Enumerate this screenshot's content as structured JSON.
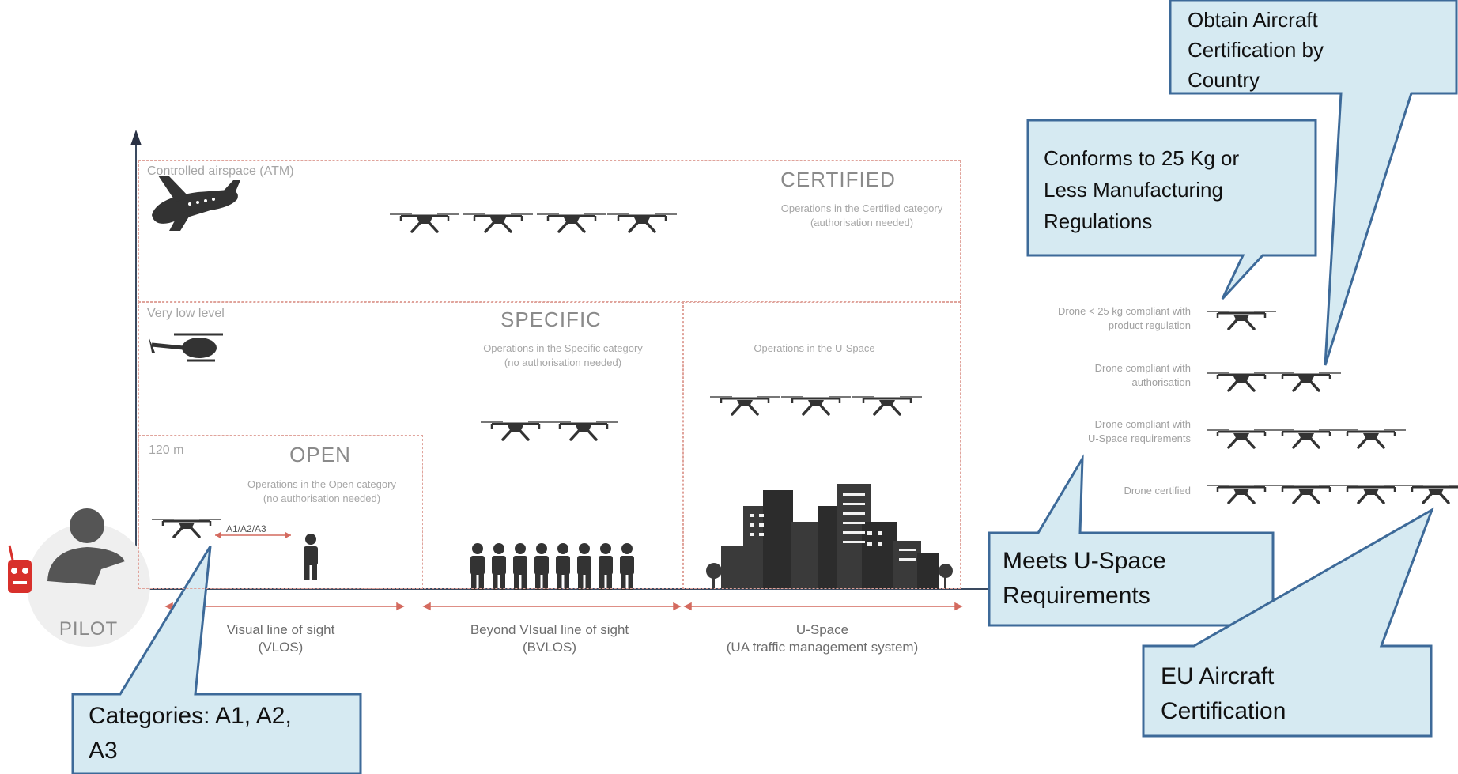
{
  "zones": {
    "certified": {
      "tag": "Controlled airspace (ATM)",
      "title": "CERTIFIED",
      "sub1": "Operations in the Certified category",
      "sub2": "(authorisation needed)"
    },
    "specific": {
      "tag": "Very low level",
      "title": "SPECIFIC",
      "sub1": "Operations in the Specific category",
      "sub2": "(no authorisation needed)"
    },
    "uspace": {
      "sub1": "Operations in the U-Space"
    },
    "open": {
      "tag": "120 m",
      "title": "OPEN",
      "sub1": "Operations in the Open category",
      "sub2": "(no authorisation needed)",
      "link_label": "A1/A2/A3"
    }
  },
  "axis": {
    "pilot_label": "PILOT",
    "vlos1": "Visual line of sight",
    "vlos2": "(VLOS)",
    "bvlos1": "Beyond VIsual line of sight",
    "bvlos2": "(BVLOS)",
    "usp1": "U-Space",
    "usp2": "(UA traffic management system)"
  },
  "legend": {
    "row1a": "Drone < 25 kg compliant with",
    "row1b": "product regulation",
    "row2a": "Drone compliant with",
    "row2b": "authorisation",
    "row3a": "Drone compliant with",
    "row3b": "U-Space requirements",
    "row4": "Drone certified"
  },
  "callouts": {
    "obtain": [
      "Obtain Aircraft",
      "Certification by",
      "Country"
    ],
    "conforms": [
      "Conforms to 25 Kg or",
      "Less Manufacturing",
      "Regulations"
    ],
    "meets": [
      "Meets U-Space",
      "Requirements"
    ],
    "eu": [
      "EU Aircraft",
      "Certification"
    ],
    "categories": [
      "Categories: A1, A2,",
      "A3"
    ]
  },
  "colors": {
    "callout_fill": "#d6eaf2",
    "callout_stroke": "#3d6a99",
    "dash": "#e0a49c",
    "icon": "#333333"
  }
}
